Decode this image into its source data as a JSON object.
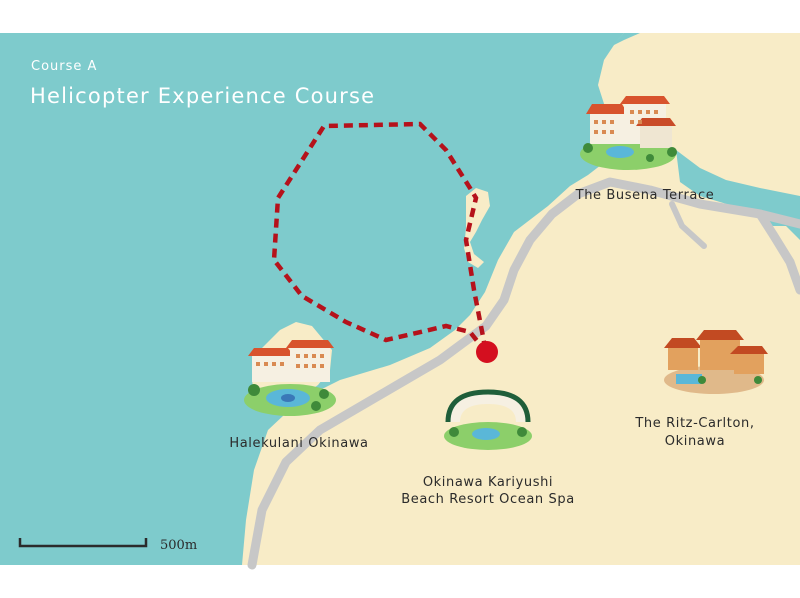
{
  "header": {
    "course_label": "Course A",
    "title": "Helicopter Experience Course"
  },
  "places": {
    "busena": "The Busena Terrace",
    "halekulani": "Halekulani Okinawa",
    "kariyushi_line1": "Okinawa Kariyushi",
    "kariyushi_line2": "Beach Resort Ocean Spa",
    "ritz_line1": "The Ritz-Carlton,",
    "ritz_line2": "Okinawa"
  },
  "scale": {
    "label": "500m"
  },
  "colors": {
    "sea": "#7ecbcc",
    "land": "#f8ecc7",
    "road": "#c7c7c7",
    "route": "#b5121b",
    "start_marker": "#d40f1f"
  },
  "icons": {
    "busena": "resort-hotel-icon",
    "halekulani": "resort-hotel-icon",
    "kariyushi": "curved-hotel-icon",
    "ritz": "villa-hotel-icon",
    "start": "helipad-marker-icon"
  }
}
